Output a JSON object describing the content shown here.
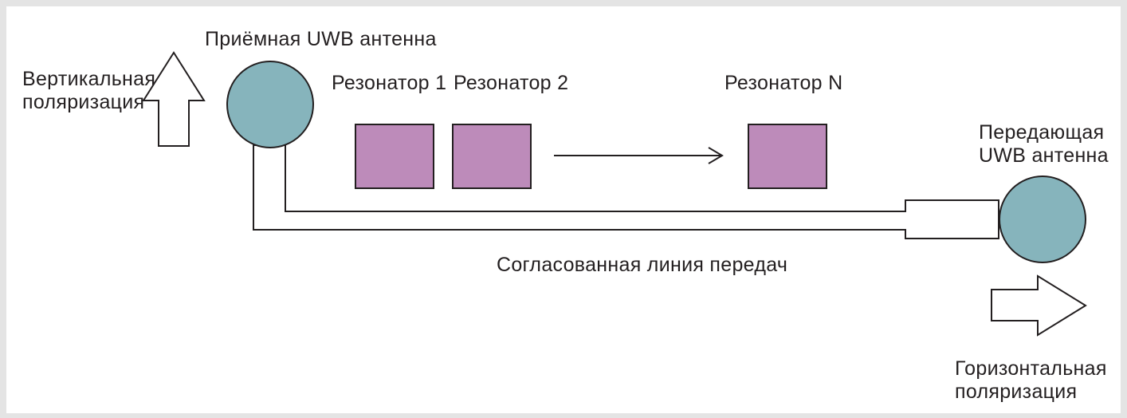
{
  "labels": {
    "receiving_antenna": "Приёмная UWB антенна",
    "vertical_polarization": [
      "Вертикальная",
      "поляризация"
    ],
    "resonator_1": "Резонатор 1",
    "resonator_2": "Резонатор  2",
    "resonator_n": "Резонатор  N",
    "transmitting_antenna": [
      "Передающая",
      "UWB антенна"
    ],
    "matched_line": "Согласованная линия передач",
    "horizontal_polarization": [
      "Горизонтальная",
      "поляризация"
    ]
  },
  "colors": {
    "background": "#e4e4e4",
    "panel": "#ffffff",
    "antenna_fill": "#86b4bc",
    "resonator_fill": "#bd8bba",
    "stroke": "#231f20",
    "text": "#231f20"
  }
}
